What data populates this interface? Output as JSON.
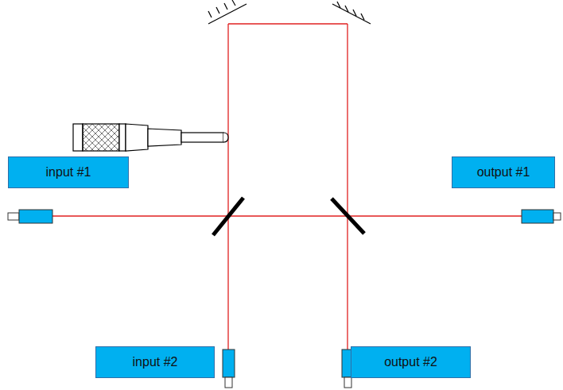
{
  "diagram": {
    "nodes": [
      {
        "text": [
          "input #1"
        ]
      },
      {
        "text": [
          "output #1"
        ]
      },
      {
        "text": [
          "input #2"
        ]
      },
      {
        "text": [
          "output #2"
        ]
      }
    ]
  }
}
